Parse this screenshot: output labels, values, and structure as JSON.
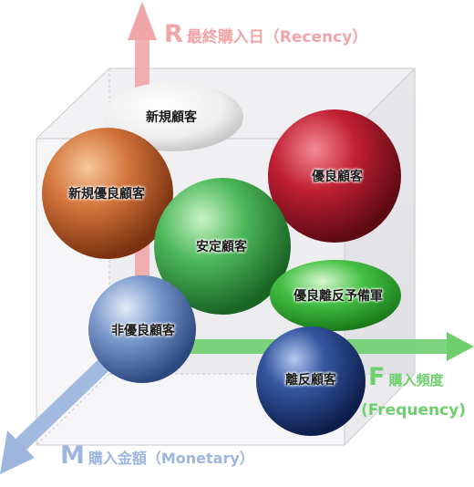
{
  "axes": {
    "recency": {
      "letter": "R",
      "text": "最終購入日（Recency）",
      "color": "#f0a6a8"
    },
    "frequency": {
      "letter": "F",
      "text": "購入頻度",
      "sub": "(Frequency)",
      "color": "#6ecf6e"
    },
    "monetary": {
      "letter": "M",
      "text": "購入金額（Monetary）",
      "color": "#9eb6de"
    }
  },
  "segments": {
    "new": {
      "label": "新規顧客",
      "color": "#f2f2f2"
    },
    "new_good": {
      "label": "新規優良顧客",
      "color": "#c8632c"
    },
    "good": {
      "label": "優良顧客",
      "color": "#b8182e"
    },
    "stable": {
      "label": "安定顧客",
      "color": "#3aa84a"
    },
    "leaving_risk": {
      "label": "優良離反予備軍",
      "color": "#3cb83c"
    },
    "non_good": {
      "label": "非優良顧客",
      "color": "#6b8cc4"
    },
    "churned": {
      "label": "離反顧客",
      "color": "#243f86"
    }
  }
}
